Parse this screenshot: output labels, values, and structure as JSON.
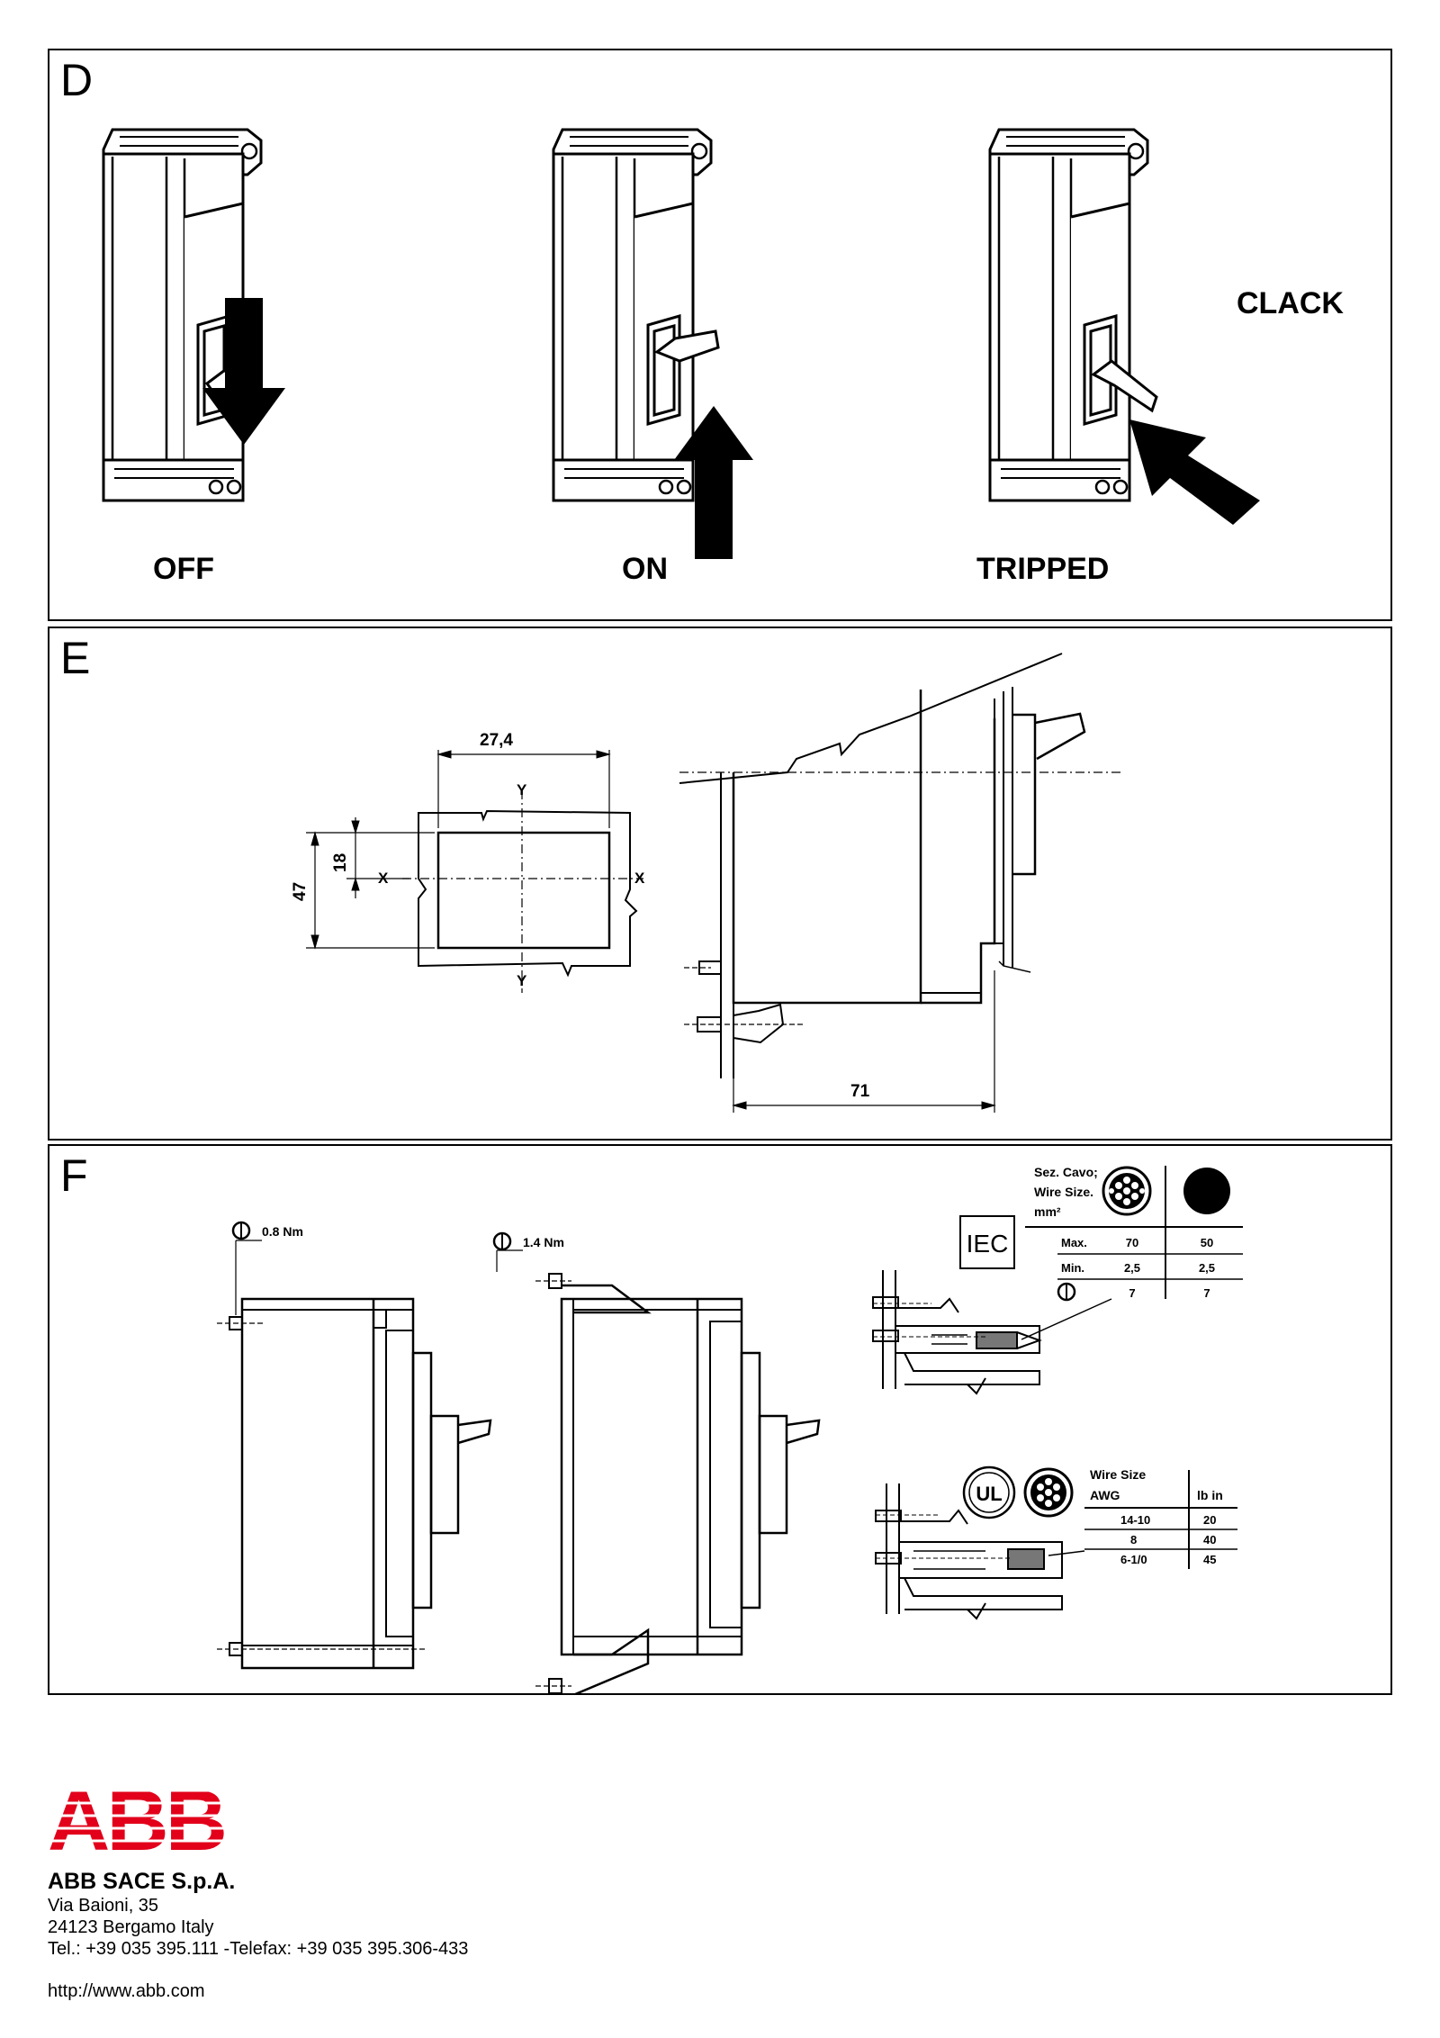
{
  "panels": {
    "d": {
      "letter": "D",
      "states": {
        "off": "OFF",
        "on": "ON",
        "tripped": "TRIPPED"
      },
      "clack": "CLACK"
    },
    "e": {
      "letter": "E",
      "cutout": {
        "width": "27,4",
        "offset": "18",
        "height": "47",
        "axis_x": "X",
        "axis_y": "Y"
      },
      "depth": "71"
    },
    "f": {
      "letter": "F",
      "torque_small": "0.8 Nm",
      "torque_large": "1.4 Nm",
      "iec_logo": "IEC",
      "ul_logo": "UL",
      "iec_table": {
        "header_lines": [
          "Sez. Cavo;",
          "Wire Size.",
          "mm²"
        ],
        "rows": [
          {
            "label": "Max.",
            "stranded": "70",
            "solid": "50"
          },
          {
            "label": "Min.",
            "stranded": "2,5",
            "solid": "2,5"
          },
          {
            "label": "",
            "stranded": "7",
            "solid": "7"
          }
        ]
      },
      "ul_table": {
        "header_lines": [
          "Wire Size",
          "AWG"
        ],
        "unit": "lb in",
        "rows": [
          {
            "awg": "14-10",
            "torque": "20"
          },
          {
            "awg": "8",
            "torque": "40"
          },
          {
            "awg": "6-1/0",
            "torque": "45"
          }
        ]
      }
    }
  },
  "footer": {
    "logo_text": "ABB",
    "company": "ABB SACE S.p.A.",
    "address_lines": [
      "Via Baioni, 35",
      "24123 Bergamo Italy",
      "Tel.: +39 035 395.111 -Telefax: +39 035 395.306-433"
    ],
    "url": "http://www.abb.com"
  },
  "colors": {
    "brand_red": "#e2001a",
    "ink": "#000000"
  }
}
